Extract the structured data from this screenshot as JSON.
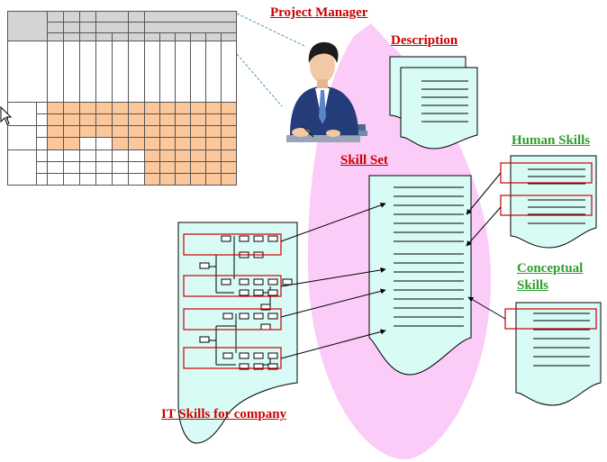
{
  "labels": {
    "project_manager": "Project Manager",
    "description": "Description",
    "human_skills": "Human Skills",
    "skill_set": "Skill Set",
    "conceptual_skills_line1": "Conceptual",
    "conceptual_skills_line2": "Skills",
    "it_skills": "IT Skills for company"
  },
  "colors": {
    "label_red": "#cc0000",
    "label_green": "#2e9e2e",
    "doc_fill": "#d9fbf5",
    "ellipse_fill": "#fbccf7",
    "highlight_orange": "#fbc79b",
    "box_red": "#cc0000"
  },
  "icons": {
    "person": "project-manager-figure-icon",
    "cursor": "mouse-pointer-icon"
  }
}
